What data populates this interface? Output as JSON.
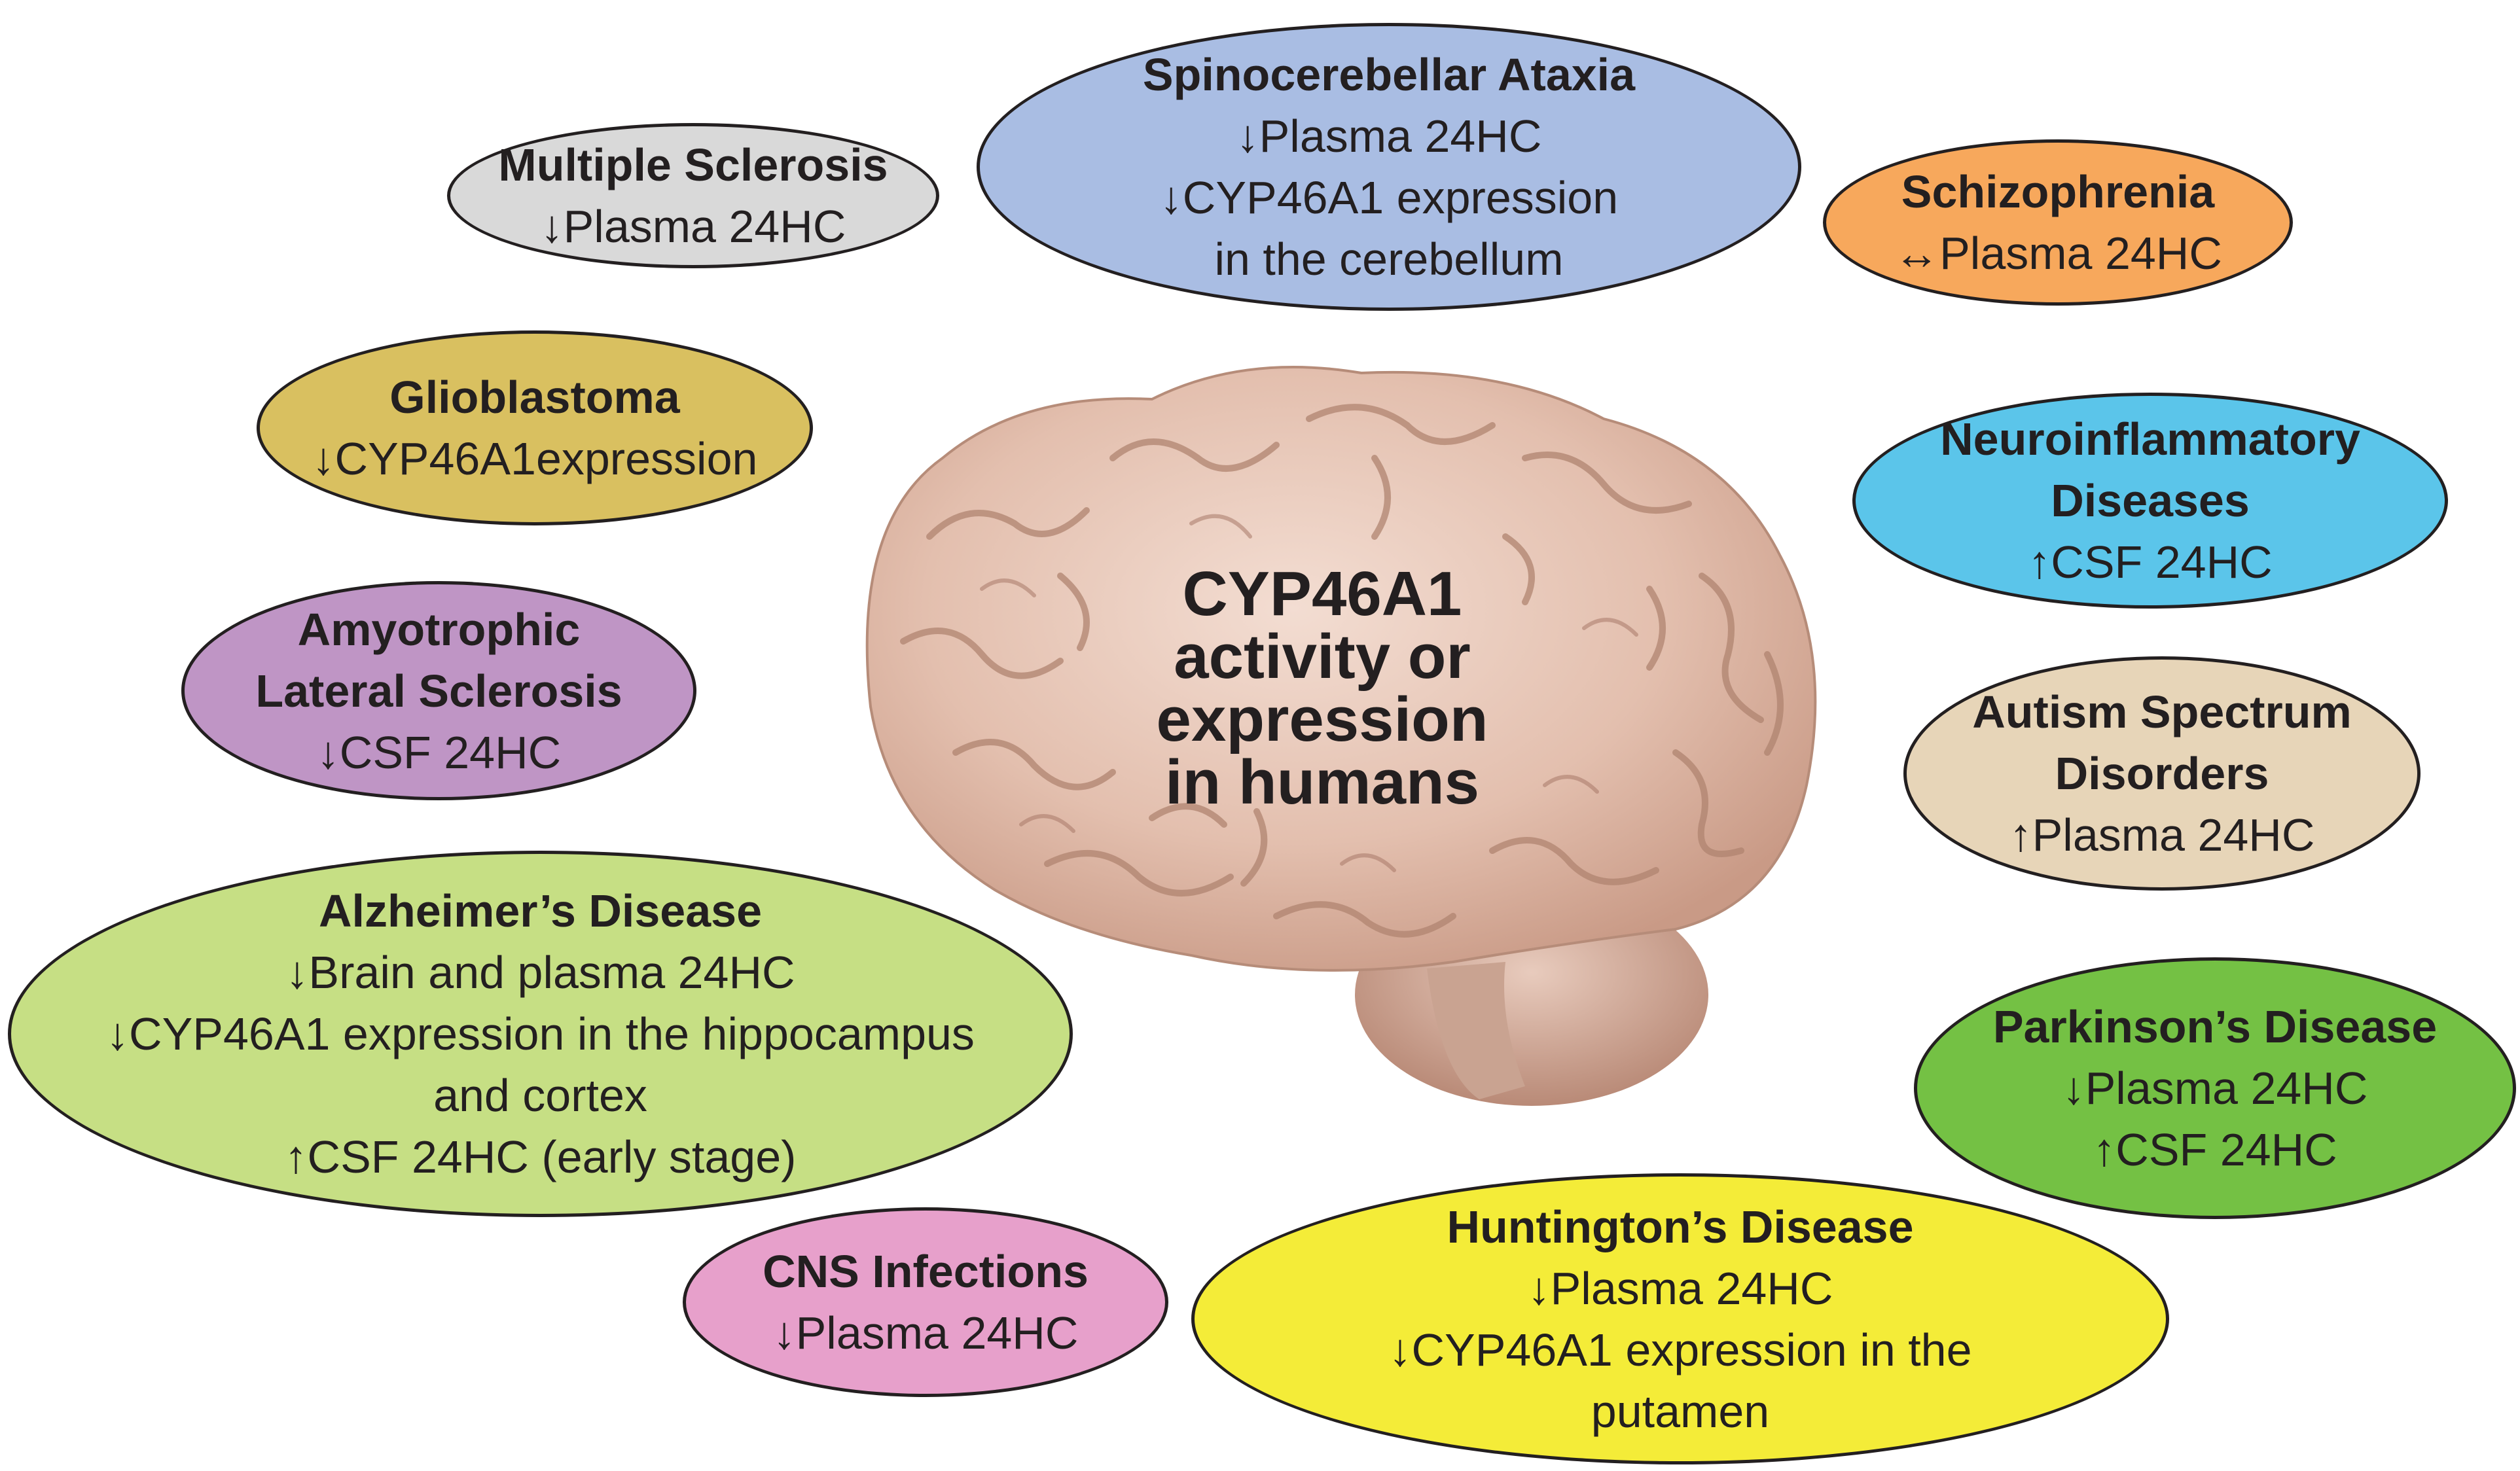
{
  "center": {
    "lines": [
      "CYP46A1",
      "activity or",
      "expression",
      "in humans"
    ]
  },
  "diseases": [
    {
      "id": "multiple-sclerosis",
      "color": "#d9d9d9",
      "title": [
        "Multiple Sclerosis"
      ],
      "lines": [
        "↓Plasma 24HC"
      ]
    },
    {
      "id": "spinocerebellar-ataxia",
      "color": "#a9bde3",
      "title": [
        "Spinocerebellar Ataxia"
      ],
      "lines": [
        "↓Plasma 24HC",
        "↓CYP46A1 expression",
        "in the cerebellum"
      ]
    },
    {
      "id": "schizophrenia",
      "color": "#f7a85c",
      "title": [
        "Schizophrenia"
      ],
      "lines": [
        "↔Plasma 24HC"
      ]
    },
    {
      "id": "glioblastoma",
      "color": "#d9c060",
      "title": [
        "Glioblastoma"
      ],
      "lines": [
        "↓CYP46A1expression"
      ]
    },
    {
      "id": "neuroinflammatory-diseases",
      "color": "#5bc5ea",
      "title": [
        "Neuroinflammatory",
        "Diseases"
      ],
      "lines": [
        "↑CSF 24HC"
      ]
    },
    {
      "id": "amyotrophic-lateral-sclerosis",
      "color": "#bf95c5",
      "title": [
        "Amyotrophic",
        "Lateral Sclerosis"
      ],
      "lines": [
        "↓CSF 24HC"
      ]
    },
    {
      "id": "autism-spectrum-disorders",
      "color": "#e7d5b8",
      "title": [
        "Autism Spectrum",
        "Disorders"
      ],
      "lines": [
        "↑Plasma 24HC"
      ]
    },
    {
      "id": "alzheimers-disease",
      "color": "#c6df84",
      "title": [
        "Alzheimer’s Disease"
      ],
      "lines": [
        "↓Brain and plasma 24HC",
        "↓CYP46A1 expression in the hippocampus",
        "and cortex",
        "↑CSF 24HC (early stage)"
      ]
    },
    {
      "id": "parkinsons-disease",
      "color": "#74c144",
      "title": [
        "Parkinson’s Disease"
      ],
      "lines": [
        "↓Plasma 24HC",
        "↑CSF 24HC"
      ]
    },
    {
      "id": "cns-infections",
      "color": "#e7a0cb",
      "title": [
        "CNS Infections"
      ],
      "lines": [
        "↓Plasma 24HC"
      ]
    },
    {
      "id": "huntingtons-disease",
      "color": "#f4ec38",
      "title": [
        "Huntington’s Disease"
      ],
      "lines": [
        "↓Plasma 24HC",
        "↓CYP46A1 expression in the",
        "putamen"
      ]
    }
  ]
}
